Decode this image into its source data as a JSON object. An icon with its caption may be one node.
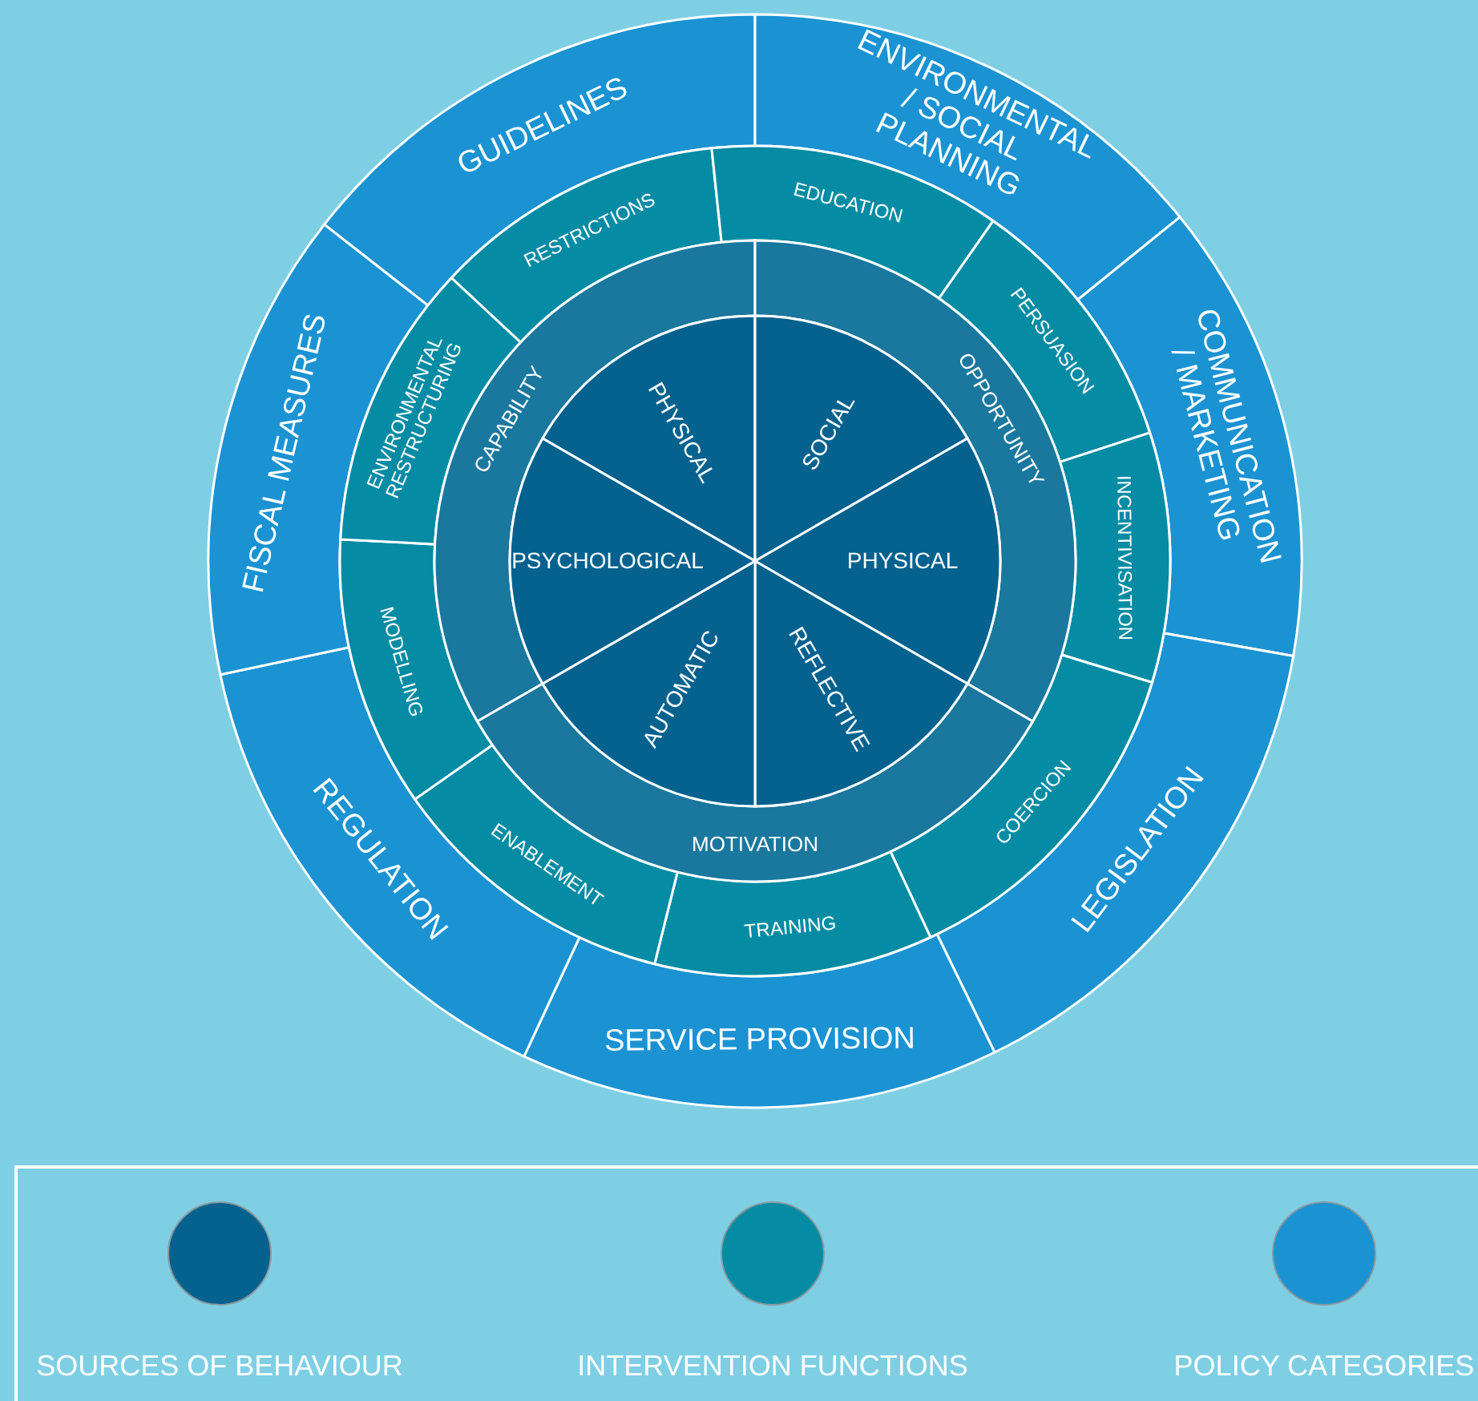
{
  "diagram": {
    "nodes": [
      {
        "text": [
          "GUIDELINES"
        ]
      },
      {
        "text": [
          "ENVIRONMENTAL / SOCIAL PLANNING"
        ]
      },
      {
        "text": [
          "COMMUNICATION / MARKETING"
        ]
      },
      {
        "text": [
          "LEGISLATION"
        ]
      },
      {
        "text": [
          "SERVICE PROVISION"
        ]
      },
      {
        "text": [
          "REGULATION"
        ]
      },
      {
        "text": [
          "FISCAL MEASURES"
        ]
      },
      {
        "text": [
          "RESTRICTIONS"
        ]
      },
      {
        "text": [
          "EDUCATION"
        ]
      },
      {
        "text": [
          "PERSUASION"
        ]
      },
      {
        "text": [
          "INCENTIVISATION"
        ]
      },
      {
        "text": [
          "COERCION"
        ]
      },
      {
        "text": [
          "TRAINING"
        ]
      },
      {
        "text": [
          "ENABLEMENT"
        ]
      },
      {
        "text": [
          "MODELLING"
        ]
      },
      {
        "text": [
          "ENVIRONMENTAL RESTRUCTURING"
        ]
      },
      {
        "text": [
          "CAPABILITY"
        ]
      },
      {
        "text": [
          "OPPORTUNITY"
        ]
      },
      {
        "text": [
          "MOTIVATION"
        ]
      },
      {
        "text": [
          "PHYSICAL"
        ]
      },
      {
        "text": [
          "SOCIAL"
        ]
      },
      {
        "text": [
          "PHYSICAL"
        ]
      },
      {
        "text": [
          "REFLECTIVE"
        ]
      },
      {
        "text": [
          "AUTOMATIC"
        ]
      },
      {
        "text": [
          "PSYCHOLOGICAL"
        ]
      }
    ],
    "legend": [
      {
        "text": "SOURCES OF BEHAVIOUR",
        "color": "#05628f"
      },
      {
        "text": "INTERVENTION FUNCTIONS",
        "color": "#058ca4"
      },
      {
        "text": "POLICY CATEGORIES",
        "color": "#1b93d3"
      }
    ]
  }
}
